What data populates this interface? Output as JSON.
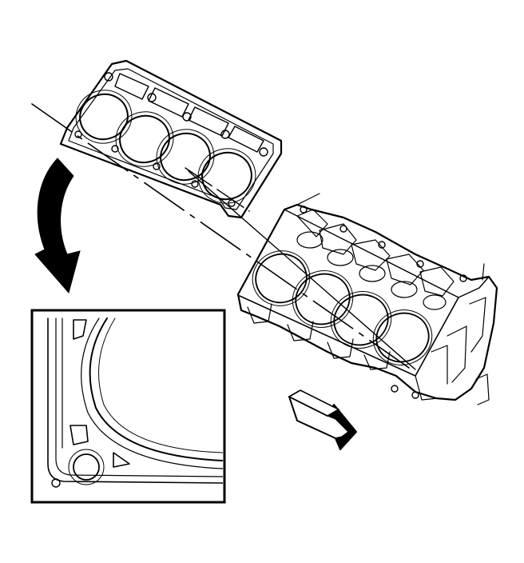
{
  "figure": {
    "ink_color": "#000000",
    "paper_color": "#ffffff",
    "components": [
      {
        "name": "head-gasket",
        "icon": "gasket-icon",
        "bores": 4
      },
      {
        "name": "engine-block",
        "icon": "engine-block-icon",
        "bores": 4
      },
      {
        "name": "alignment-leader-line",
        "icon": "dash-dot-line-icon"
      },
      {
        "name": "detail-callout-arrow",
        "icon": "curved-arrow-icon"
      },
      {
        "name": "detail-inset-view",
        "icon": "magnified-corner-icon"
      },
      {
        "name": "front-of-engine-arrow",
        "icon": "block-arrow-icon"
      }
    ]
  }
}
